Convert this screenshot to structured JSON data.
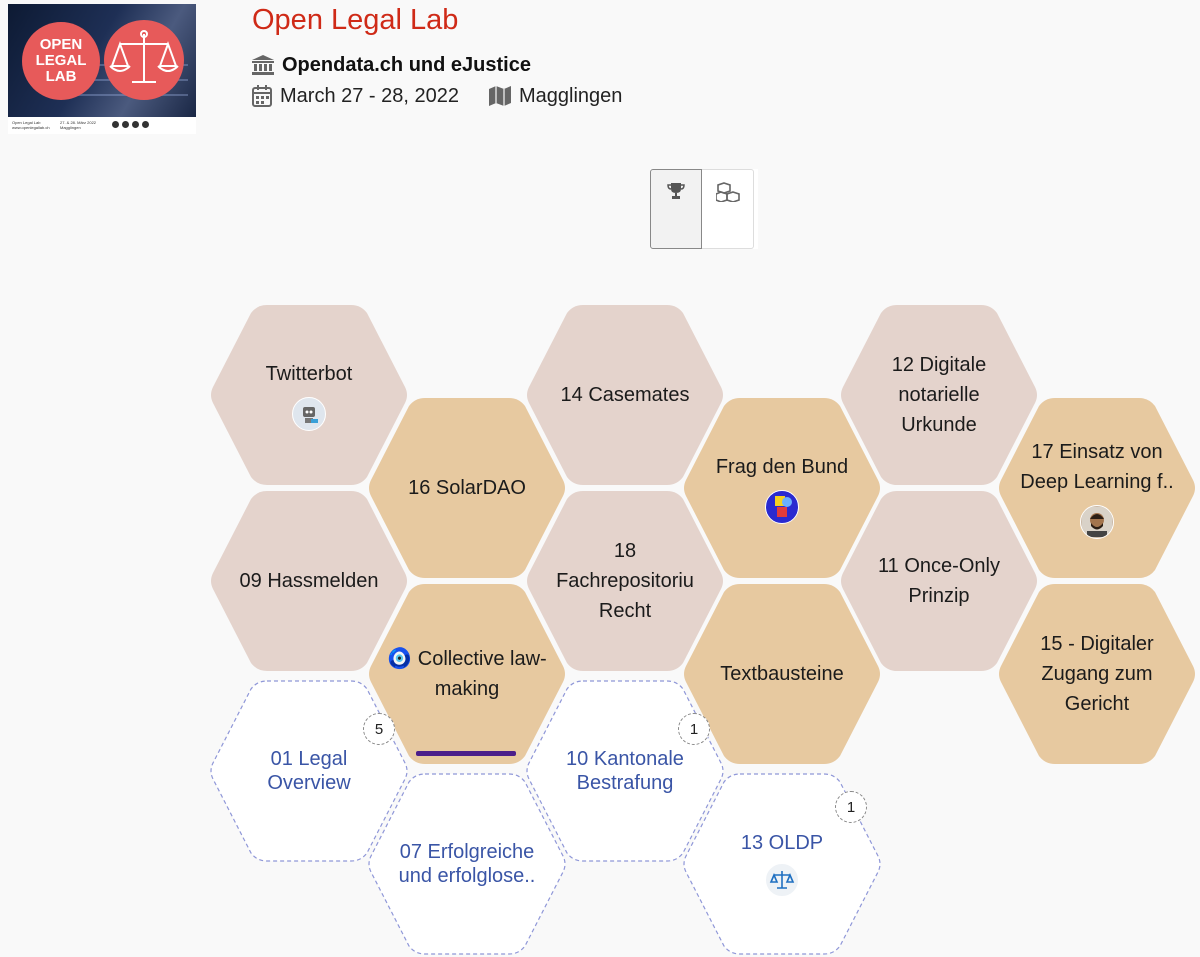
{
  "logo": {
    "circle_text": [
      "OPEN",
      "LEGAL",
      "LAB"
    ],
    "footer_left": [
      "Open Legal Lab",
      "www.openlegallab.ch"
    ],
    "footer_mid": [
      "27. & 28. März 2022",
      "Magglingen"
    ]
  },
  "event": {
    "title": "Open Legal Lab",
    "organizer": "Opendata.ch und eJustice",
    "dates": "March 27 - 28, 2022",
    "location": "Magglingen"
  },
  "colors": {
    "title": "#cf2a17",
    "hex_pink": "#e4d3cc",
    "hex_tan": "#e7c9a0",
    "link_blue": "#3a55a6"
  },
  "hexes": [
    {
      "label": "Twitterbot",
      "avatar": "robot-icon"
    },
    {
      "label": "14 Casemates"
    },
    {
      "label": "12 Digitale notarielle Urkunde"
    },
    {
      "label": "16 SolarDAO"
    },
    {
      "label": "Frag den Bund",
      "avatar": "bund-logo-icon"
    },
    {
      "label": "17 Einsatz von Deep Learning f..",
      "avatar": "person-avatar"
    },
    {
      "label": "09 Hassmelden"
    },
    {
      "label": "18 Fachrepositoriu Recht"
    },
    {
      "label": "11 Once-Only Prinzip"
    },
    {
      "label": "🧿 Collective law-making"
    },
    {
      "label": "Textbausteine"
    },
    {
      "label": "15 - Digitaler Zugang zum Gericht"
    },
    {
      "label": "01 Legal Overview",
      "badge": "5"
    },
    {
      "label": "10 Kantonale Bestrafung",
      "badge": "1"
    },
    {
      "label": "07 Erfolgreiche und erfolglose.."
    },
    {
      "label": "13 OLDP",
      "badge": "1",
      "avatar": "scales-icon"
    }
  ]
}
